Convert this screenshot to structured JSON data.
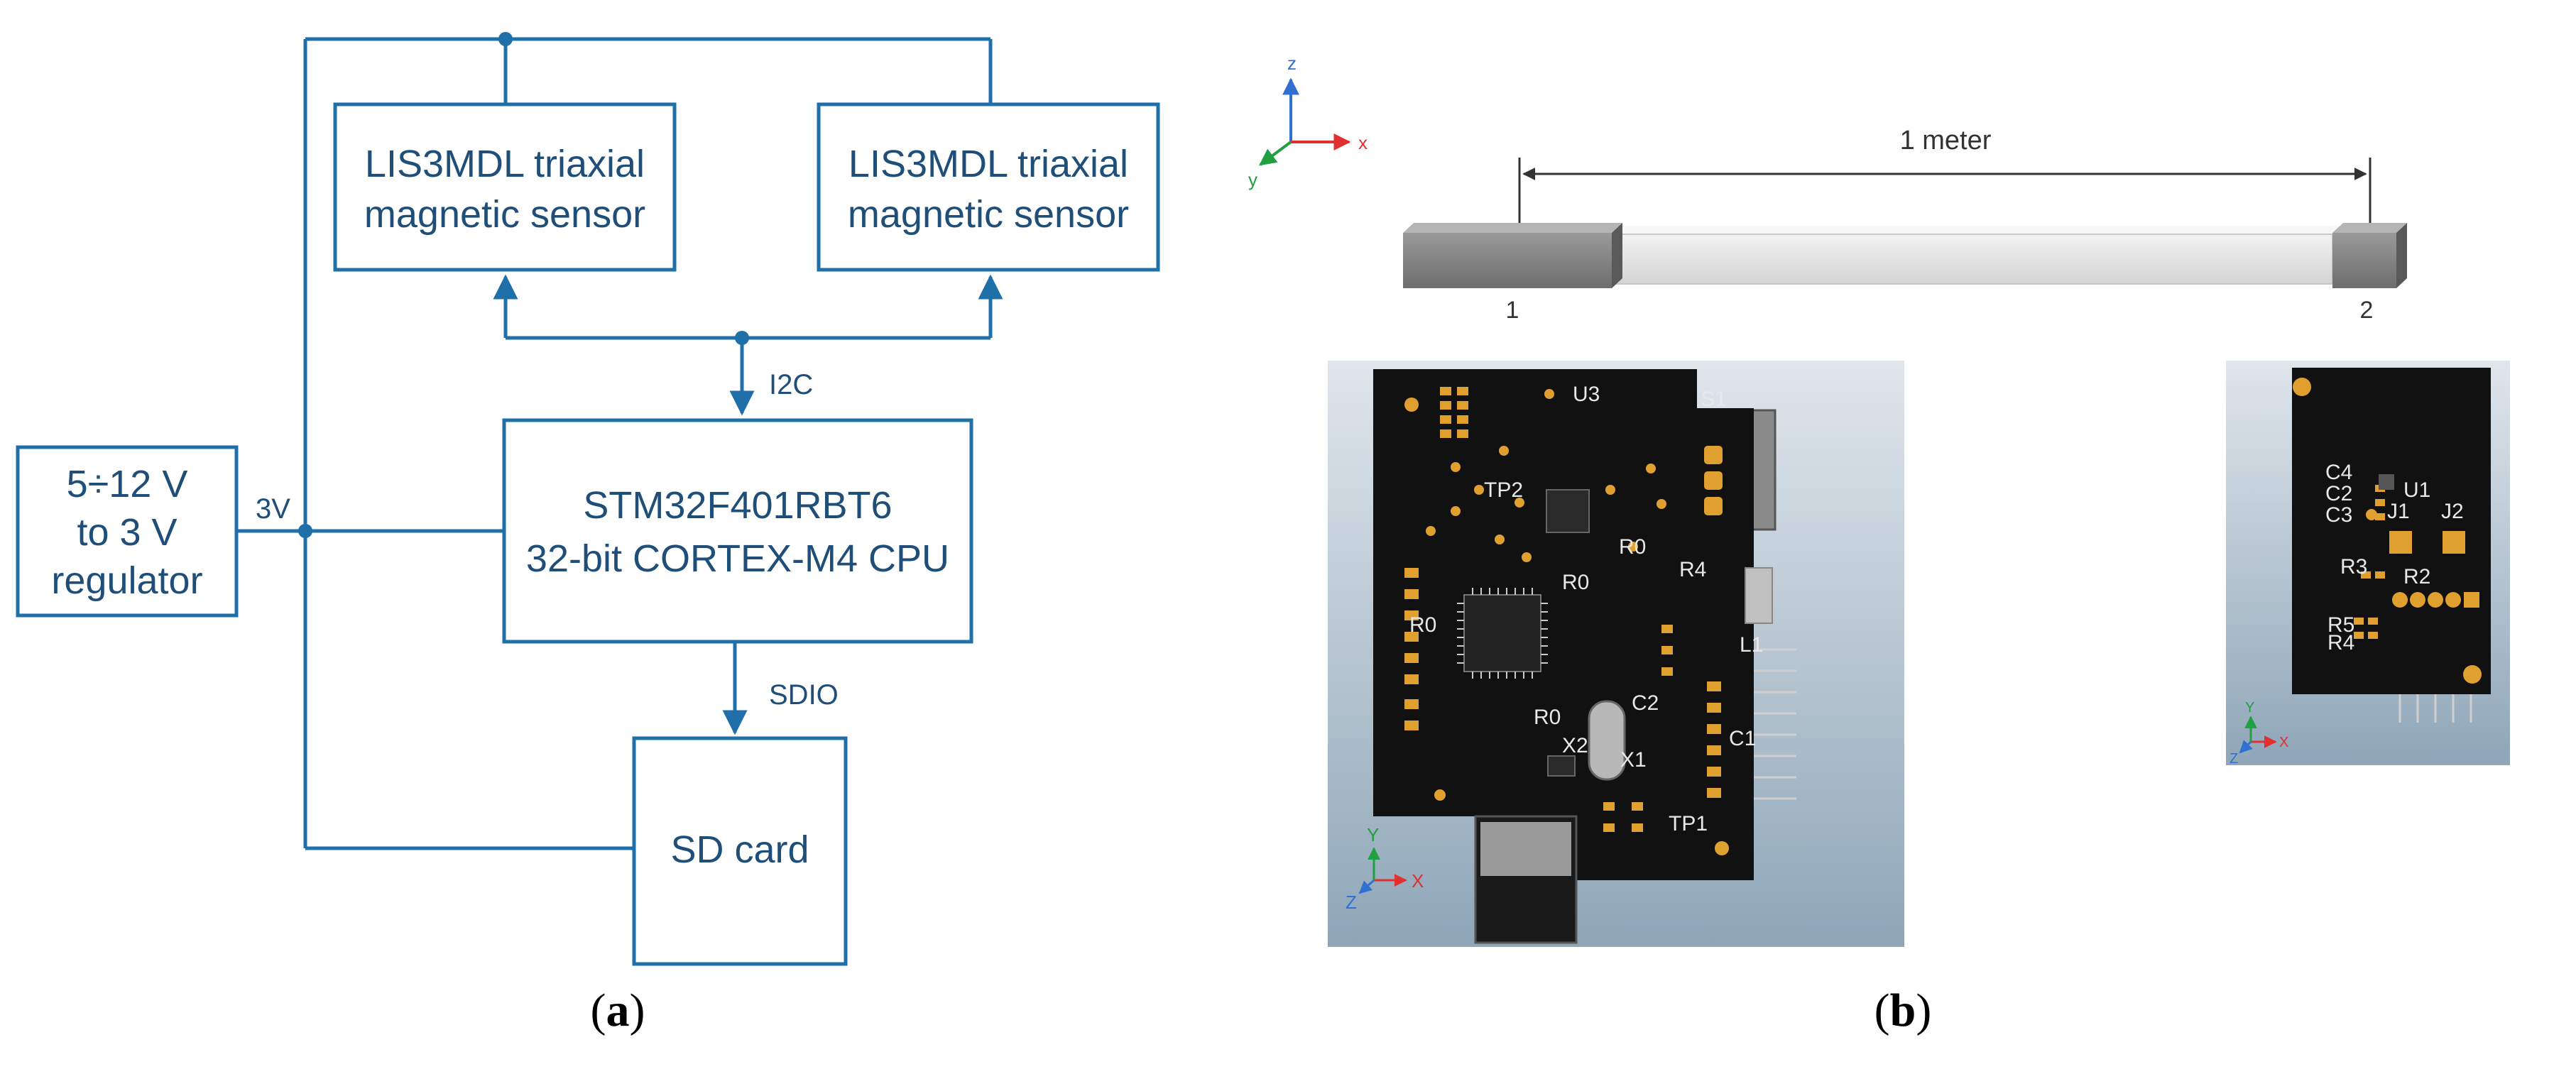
{
  "panel_a": {
    "caption_open": "(",
    "caption_letter": "a",
    "caption_close": ")",
    "sensor_left_line1": "LIS3MDL triaxial",
    "sensor_left_line2": "magnetic sensor",
    "sensor_right_line1": "LIS3MDL triaxial",
    "sensor_right_line2": "magnetic sensor",
    "regulator_line1": "5÷12 V",
    "regulator_line2": "to 3 V",
    "regulator_line3": "regulator",
    "supply_label": "3V",
    "cpu_line1": "STM32F401RBT6",
    "cpu_line2": "32-bit CORTEX-M4 CPU",
    "bus_i2c": "I2C",
    "bus_sdio": "SDIO",
    "sdcard": "SD card"
  },
  "panel_b": {
    "caption_open": "(",
    "caption_letter": "b",
    "caption_close": ")",
    "distance_label": "1 meter",
    "point_1": "1",
    "point_2": "2",
    "axis_x": "x",
    "axis_y": "y",
    "axis_z": "z",
    "pcb_main": {
      "labels": [
        "U3",
        "S1",
        "TP2",
        "R0",
        "R0",
        "R4",
        "R0",
        "X2",
        "X1",
        "C2",
        "C1",
        "L1",
        "TP1",
        "R0"
      ],
      "axis_x": "X",
      "axis_y": "Y",
      "axis_z": "Z"
    },
    "pcb_sensor": {
      "labels": [
        "C4",
        "C2",
        "C3",
        "U1",
        "J1",
        "J2",
        "R3",
        "R2",
        "R5",
        "R4"
      ],
      "axis_x": "X",
      "axis_y": "Y",
      "axis_z": "Z"
    }
  },
  "colors": {
    "diagram_line": "#1f6fa8",
    "diagram_text": "#1f4e79",
    "pcb_board": "#111111",
    "pcb_pad": "#e0a030"
  }
}
